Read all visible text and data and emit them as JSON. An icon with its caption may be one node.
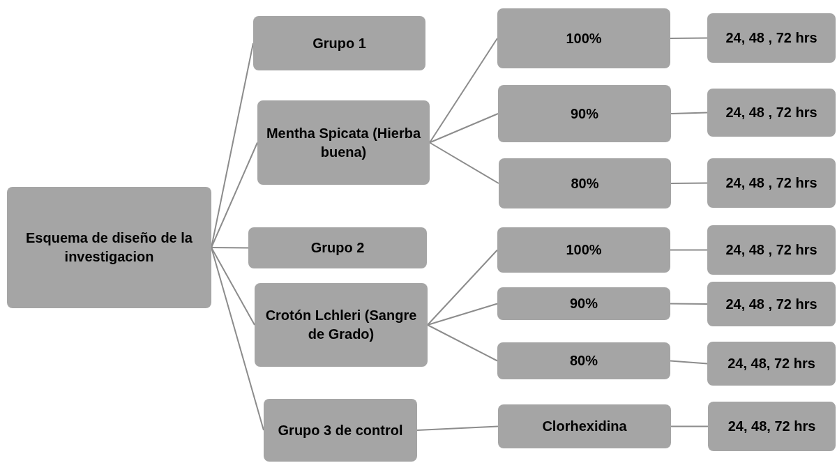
{
  "diagram": {
    "nodes": [
      {
        "text": [
          "Esquema de diseño de la investigacion"
        ]
      },
      {
        "text": [
          "Grupo 1"
        ]
      },
      {
        "text": [
          "Mentha Spicata (Hierba buena)"
        ]
      },
      {
        "text": [
          "100%"
        ]
      },
      {
        "text": [
          "24, 48 , 72 hrs"
        ]
      },
      {
        "text": [
          "90%"
        ]
      },
      {
        "text": [
          "24, 48 , 72 hrs"
        ]
      },
      {
        "text": [
          "80%"
        ]
      },
      {
        "text": [
          "24, 48 , 72 hrs"
        ]
      },
      {
        "text": [
          "Grupo 2"
        ]
      },
      {
        "text": [
          "Crotón Lchleri (Sangre de Grado)"
        ]
      },
      {
        "text": [
          "100%"
        ]
      },
      {
        "text": [
          "24, 48 , 72 hrs"
        ]
      },
      {
        "text": [
          "90%"
        ]
      },
      {
        "text": [
          "24, 48 , 72 hrs"
        ]
      },
      {
        "text": [
          "80%"
        ]
      },
      {
        "text": [
          "24, 48, 72 hrs"
        ]
      },
      {
        "text": [
          "Grupo 3 de control"
        ]
      },
      {
        "text": [
          "Clorhexidina"
        ]
      },
      {
        "text": [
          "24, 48, 72 hrs"
        ]
      }
    ],
    "edges": [
      {
        "from": 0,
        "to": 1,
        "arrow": "none"
      },
      {
        "from": 0,
        "to": 2,
        "arrow": "none"
      },
      {
        "from": 0,
        "to": 9,
        "arrow": "none"
      },
      {
        "from": 0,
        "to": 10,
        "arrow": "none"
      },
      {
        "from": 0,
        "to": 17,
        "arrow": "none"
      },
      {
        "from": 2,
        "to": 3,
        "arrow": "none"
      },
      {
        "from": 2,
        "to": 5,
        "arrow": "none"
      },
      {
        "from": 2,
        "to": 7,
        "arrow": "none"
      },
      {
        "from": 3,
        "to": 4,
        "arrow": "none"
      },
      {
        "from": 5,
        "to": 6,
        "arrow": "none"
      },
      {
        "from": 7,
        "to": 8,
        "arrow": "none"
      },
      {
        "from": 10,
        "to": 11,
        "arrow": "none"
      },
      {
        "from": 10,
        "to": 13,
        "arrow": "none"
      },
      {
        "from": 10,
        "to": 15,
        "arrow": "none"
      },
      {
        "from": 11,
        "to": 12,
        "arrow": "none"
      },
      {
        "from": 13,
        "to": 14,
        "arrow": "none"
      },
      {
        "from": 15,
        "to": 16,
        "arrow": "none"
      },
      {
        "from": 17,
        "to": 18,
        "arrow": "none"
      },
      {
        "from": 18,
        "to": 19,
        "arrow": "none"
      }
    ]
  }
}
